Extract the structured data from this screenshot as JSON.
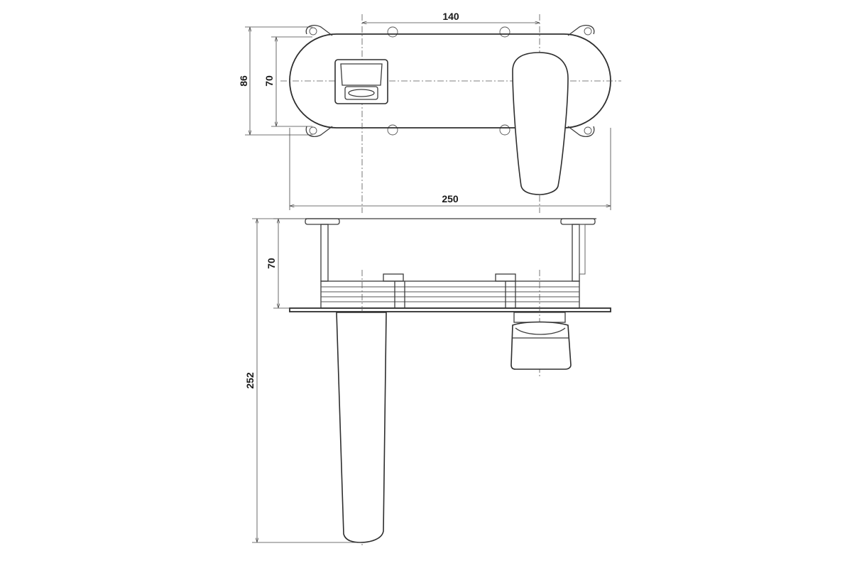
{
  "dimensions": {
    "top_width_inner": "140",
    "top_height_outer": "86",
    "top_height_inner": "70",
    "top_width_overall": "250",
    "side_depth": "70",
    "spout_length": "252"
  },
  "colors": {
    "line": "#3c3c3c",
    "background": "#ffffff"
  }
}
